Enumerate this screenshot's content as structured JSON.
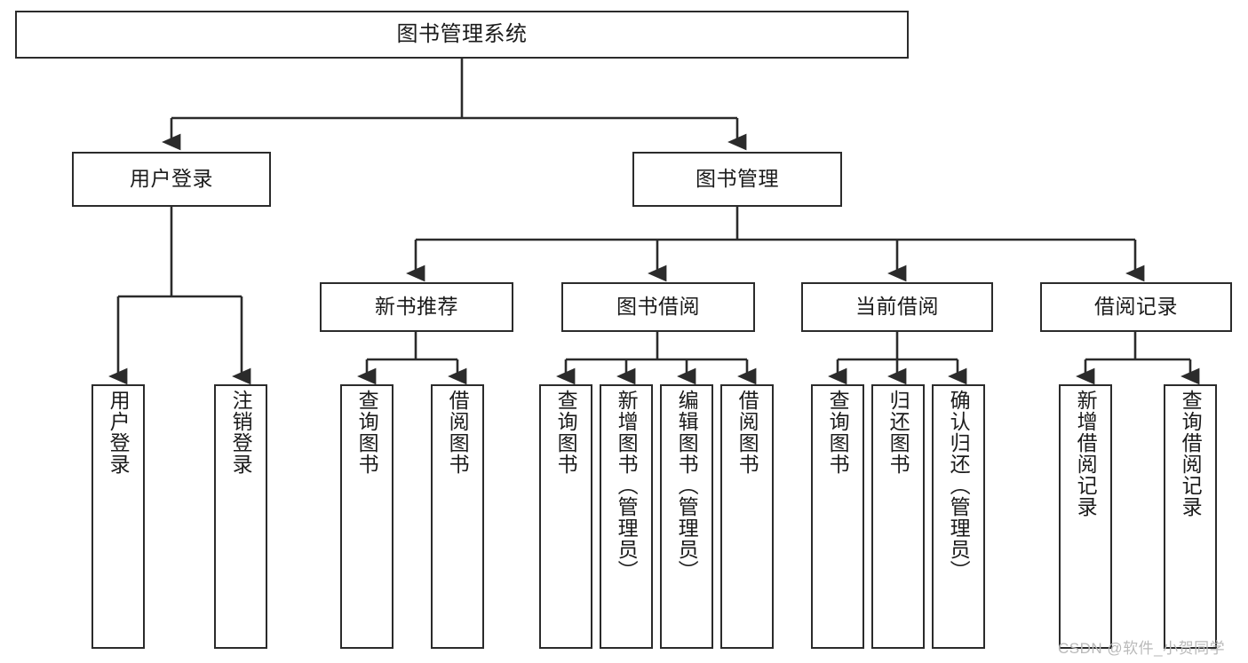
{
  "diagram": {
    "title": "图书管理系统",
    "theme": {
      "stroke": "#2b2b2b",
      "fill": "#ffffff",
      "text": "#1b1b1b",
      "watermark": "#b9b9b9"
    },
    "root": {
      "label": "图书管理系统"
    },
    "level1": [
      {
        "label": "用户登录"
      },
      {
        "label": "图书管理"
      }
    ],
    "level2": [
      {
        "label": "新书推荐"
      },
      {
        "label": "图书借阅"
      },
      {
        "label": "当前借阅"
      },
      {
        "label": "借阅记录"
      }
    ],
    "leaves": {
      "user_login": [
        {
          "label": "用户登录"
        },
        {
          "label": "注销登录"
        }
      ],
      "new_book": [
        {
          "label": "查询图书"
        },
        {
          "label": "借阅图书"
        }
      ],
      "book_borrow": [
        {
          "label": "查询图书"
        },
        {
          "label": "新增图书（管理员）"
        },
        {
          "label": "编辑图书（管理员）"
        },
        {
          "label": "借阅图书"
        }
      ],
      "current_borrow": [
        {
          "label": "查询图书"
        },
        {
          "label": "归还图书"
        },
        {
          "label": "确认归还（管理员）"
        }
      ],
      "borrow_record": [
        {
          "label": "新增借阅记录"
        },
        {
          "label": "查询借阅记录"
        }
      ]
    },
    "watermark": "CSDN @软件_小贺同学"
  }
}
